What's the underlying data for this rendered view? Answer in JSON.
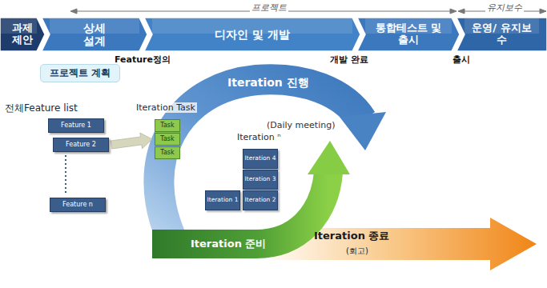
{
  "diagram": {
    "nodes": [
      {
        "text": [
          "과제 제안"
        ]
      },
      {
        "text": [
          "상세 설계"
        ]
      },
      {
        "text": [
          "디자인 및 개발"
        ]
      },
      {
        "text": [
          "통합테스트 및 출시"
        ]
      },
      {
        "text": [
          "운영/ 유지보수"
        ]
      },
      {
        "text": [
          "프로젝트 계획"
        ]
      },
      {
        "text": [
          "Feature 1"
        ]
      },
      {
        "text": [
          "Feature 2"
        ]
      },
      {
        "text": [
          "Feature n"
        ]
      },
      {
        "text": [
          "Task"
        ]
      },
      {
        "text": [
          "Task"
        ]
      },
      {
        "text": [
          "Task"
        ]
      },
      {
        "text": [
          "Iteration 4"
        ]
      },
      {
        "text": [
          "Iteration 3"
        ]
      },
      {
        "text": [
          "Iteration 1"
        ]
      },
      {
        "text": [
          "Iteration 2"
        ]
      }
    ],
    "edges": [
      {
        "from": 7,
        "to": 10,
        "arrow": "to"
      }
    ],
    "labels": [
      "프로젝트",
      "유지보수",
      "Feature정의",
      "개발 완료",
      "출시",
      "전체Feature list",
      "Iteration Task",
      "Iteration 진행",
      "(Daily meeting)",
      "Iteration ⁿ",
      "Iteration 준비",
      "Iteration 종료",
      "(회고)"
    ]
  }
}
